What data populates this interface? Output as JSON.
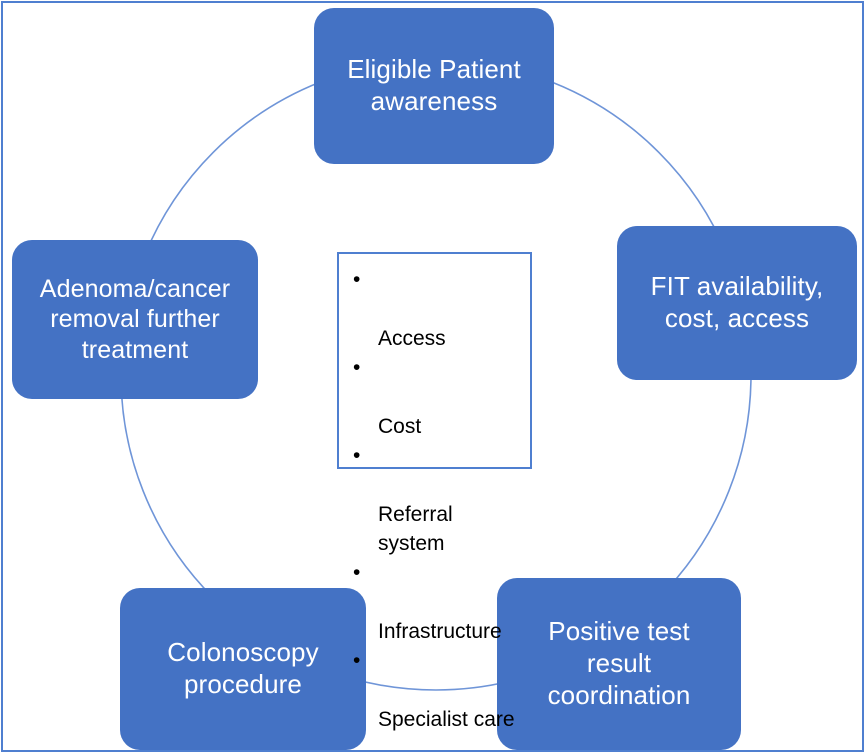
{
  "diagram": {
    "type": "cycle-diagram",
    "colors": {
      "node_fill": "#4472C4",
      "node_text": "#FFFFFF",
      "circle_stroke": "#6f95d8",
      "frame_border": "#4F7FD0",
      "center_box_border": "#4F7FD0",
      "center_box_fill": "#FFFFFF",
      "center_text": "#000000"
    },
    "cycle_nodes": [
      {
        "id": "eligible-patient-awareness",
        "label": "Eligible Patient\nawareness",
        "position": "top"
      },
      {
        "id": "fit-availability",
        "label": "FIT availability,\ncost, access",
        "position": "right"
      },
      {
        "id": "positive-test-result-coordination",
        "label": "Positive test\nresult\ncoordination",
        "position": "bottom-right"
      },
      {
        "id": "colonoscopy-procedure",
        "label": "Colonoscopy\nprocedure",
        "position": "bottom-left"
      },
      {
        "id": "adenoma-cancer-removal",
        "label": "Adenoma/cancer\nremoval further\ntreatment",
        "position": "left"
      }
    ],
    "center_box": {
      "items": [
        {
          "bullet": "•",
          "text": "Access"
        },
        {
          "bullet": "•",
          "text": "Cost"
        },
        {
          "bullet": "•",
          "text": "Referral\nsystem"
        },
        {
          "bullet": "•",
          "text": "Infrastructure"
        },
        {
          "bullet": "•",
          "text": "Specialist care"
        }
      ]
    }
  }
}
